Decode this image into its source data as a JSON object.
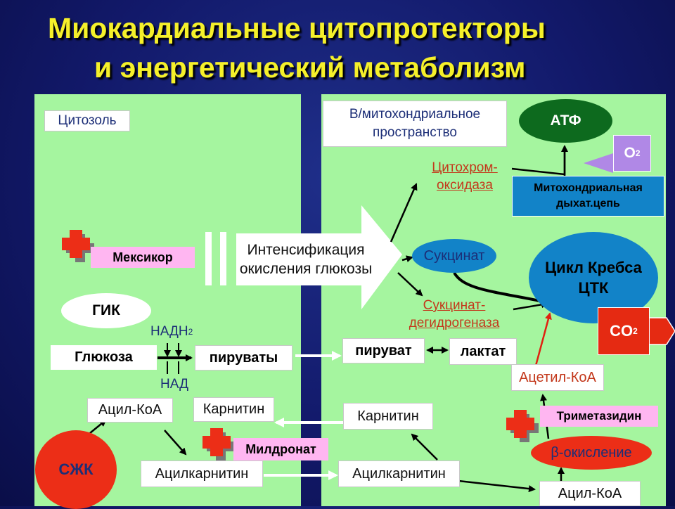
{
  "title": {
    "line1": "Миокардиальные цитопротекторы",
    "line2": "и энергетический  метаболизм"
  },
  "cytosol": {
    "label": "Цитозоль",
    "mexicor": "Мексикор",
    "gik": "ГИК",
    "nadh2": "НАДН",
    "nadh2_sub": "2",
    "glucose": "Глюкоза",
    "pyruvates": "пируваты",
    "nad": "НАД",
    "acyl_coa": "Ацил-КоА",
    "carnitine": "Карнитин",
    "mildronat": "Милдронат",
    "szk": "СЖК",
    "acylcarnitine": "Ацилкарнитин"
  },
  "mito": {
    "label_line1": "В/митохондриальное",
    "label_line2": "пространство",
    "intensify_line1": "Интенсификация",
    "intensify_line2": "окисления глюкозы",
    "atp": "АТФ",
    "o2": "O",
    "o2_sub": "2",
    "cyt_oxidase_line1": "Цитохром-",
    "cyt_oxidase_line2": "оксидаза",
    "resp_chain_line1": "Митохондриальная",
    "resp_chain_line2": "дыхат.цепь",
    "succinate": "Сукцинат",
    "krebs_line1": "Цикл Кребса",
    "krebs_line2": "ЦТК",
    "sdh_line1": "Сукцинат-",
    "sdh_line2": "дегидрогеназа",
    "co2": "CO",
    "co2_sub": "2",
    "pyruvate": "пируват",
    "lactate": "лактат",
    "acetyl_coa": "Ацетил-КоА",
    "carnitine": "Карнитин",
    "trimetazidine": "Триметазидин",
    "beta_oxidation": "β-окисление",
    "acylcarnitine": "Ацилкарнитин",
    "acyl_coa": "Ацил-КоА"
  },
  "colors": {
    "background": "#12196a",
    "title": "#f5f02a",
    "panel": "#a5f59f",
    "atp_oval": "#0d6a1e",
    "krebs_oval": "#1283c8",
    "resp_chain": "#1283c8",
    "co2_box": "#e52a12",
    "szk_circle": "#ec2e17",
    "enzyme_text": "#c3381b",
    "drug_label": "#ffb6f1"
  }
}
